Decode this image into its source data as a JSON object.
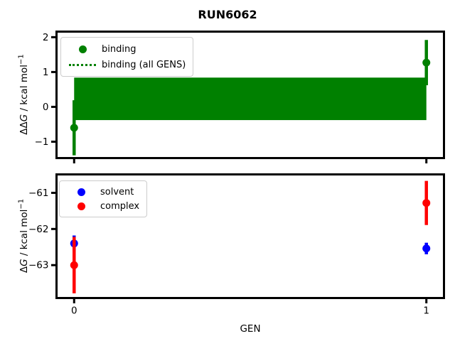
{
  "title": "RUN6062",
  "colors": {
    "binding_green": "#008000",
    "solvent_blue": "#0000ff",
    "complex_red": "#ff0000",
    "frame_black": "#000000",
    "legend_border": "#cccccc",
    "background": "#ffffff"
  },
  "top_plot": {
    "ylabel_delta": "ΔΔ",
    "ylabel_g": "G",
    "ylabel_unit": " / kcal mol",
    "ylabel_sup": "−1",
    "legend": [
      {
        "label": "binding",
        "marker": "dot",
        "color": "binding_green"
      },
      {
        "label": "binding (all GENS)",
        "marker": "dotted-line",
        "color": "binding_green"
      }
    ]
  },
  "bottom_plot": {
    "ylabel_delta": "Δ",
    "ylabel_g": "G",
    "ylabel_unit": " / kcal mol",
    "ylabel_sup": "−1",
    "xlabel": "GEN",
    "legend": [
      {
        "label": "solvent",
        "marker": "dot",
        "color": "solvent_blue"
      },
      {
        "label": "complex",
        "marker": "dot",
        "color": "complex_red"
      }
    ]
  },
  "chart_data": [
    {
      "type": "scatter",
      "subplot": "top",
      "title": "RUN6062",
      "ylabel": "ΔΔG / kcal mol⁻¹",
      "xlim": [
        -0.05,
        1.05
      ],
      "ylim": [
        -1.47,
        2.16
      ],
      "yticks": [
        2,
        1,
        0,
        -1
      ],
      "xticks": [
        0,
        1
      ],
      "xtick_labels_visible": false,
      "grid": false,
      "legend_position": "upper left",
      "series": [
        {
          "name": "binding",
          "color": "#008000",
          "marker": "circle",
          "x": [
            0,
            1
          ],
          "y": [
            -0.6,
            1.27
          ],
          "yerr": [
            0.79,
            0.65
          ]
        },
        {
          "name": "binding (all GENS)",
          "color": "#008000",
          "linestyle": "dotted",
          "band": {
            "x0": 0,
            "x1": 1,
            "ylo": -0.38,
            "yhi": 0.84
          }
        }
      ]
    },
    {
      "type": "scatter",
      "subplot": "bottom",
      "ylabel": "ΔG / kcal mol⁻¹",
      "xlabel": "GEN",
      "xlim": [
        -0.05,
        1.05
      ],
      "ylim": [
        -63.91,
        -60.49
      ],
      "yticks": [
        -61,
        -62,
        -63
      ],
      "xticks": [
        0,
        1
      ],
      "xtick_labels_visible": true,
      "grid": false,
      "legend_position": "upper left",
      "series": [
        {
          "name": "solvent",
          "color": "#0000ff",
          "marker": "circle",
          "x": [
            0,
            1
          ],
          "y": [
            -62.4,
            -62.54
          ],
          "yerr": [
            0.22,
            0.16
          ]
        },
        {
          "name": "complex",
          "color": "#ff0000",
          "marker": "circle",
          "x": [
            0,
            1
          ],
          "y": [
            -63.0,
            -61.28
          ],
          "yerr": [
            0.78,
            0.61
          ]
        }
      ]
    }
  ]
}
